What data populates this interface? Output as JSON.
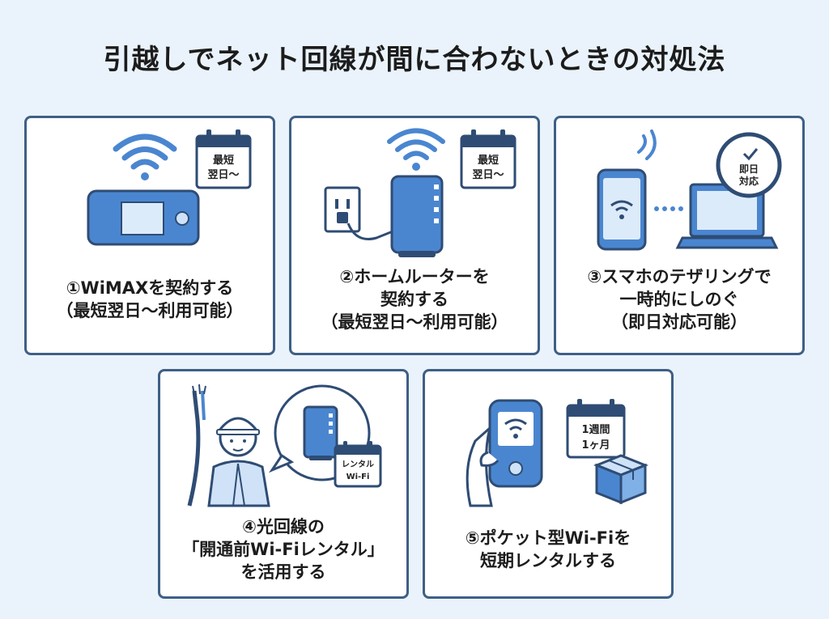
{
  "title": "引越しでネット回線が間に合わないときの対処法",
  "colors": {
    "background": "#eaf3fb",
    "card_border": "#3f5f86",
    "device_blue": "#4a86d0",
    "light_blue": "#cfe2f7",
    "navy": "#2f4c74"
  },
  "cards": [
    {
      "lines": [
        "①WiMAXを契約する",
        "（最短翌日〜利用可能）"
      ],
      "badge": [
        "最短",
        "翌日〜"
      ],
      "icons": [
        "wifi-signal-icon",
        "calendar-icon",
        "wimax-router-icon"
      ]
    },
    {
      "lines": [
        "②ホームルーターを",
        "契約する",
        "（最短翌日〜利用可能）"
      ],
      "badge": [
        "最短",
        "翌日〜"
      ],
      "icons": [
        "wifi-signal-icon",
        "calendar-icon",
        "home-router-icon",
        "power-outlet-icon"
      ]
    },
    {
      "lines": [
        "③スマホのテザリングで",
        "一時的にしのぐ",
        "（即日対応可能）"
      ],
      "badge": [
        "即日",
        "対応"
      ],
      "icons": [
        "smartphone-icon",
        "laptop-icon",
        "clock-icon"
      ]
    },
    {
      "lines": [
        "④光回線の",
        "「開通前Wi-Fiレンタル」",
        "を活用する"
      ],
      "badge": [
        "レンタル",
        "Wi-Fi"
      ],
      "icons": [
        "technician-icon",
        "cable-icon",
        "speech-bubble-icon",
        "calendar-icon"
      ]
    },
    {
      "lines": [
        "⑤ポケット型Wi-Fiを",
        "短期レンタルする"
      ],
      "badge": [
        "1週間",
        "1ヶ月"
      ],
      "icons": [
        "hand-phone-icon",
        "calendar-icon",
        "package-box-icon"
      ]
    }
  ]
}
